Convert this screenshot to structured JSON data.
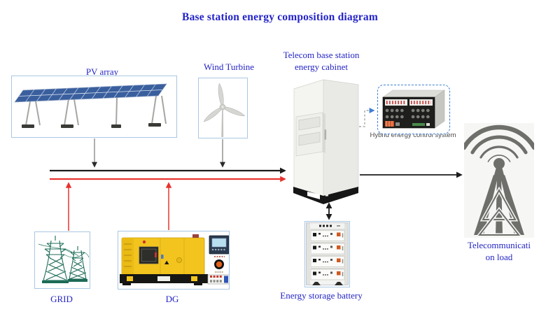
{
  "title": "Base station energy composition diagram",
  "nodes": {
    "pv_array": {
      "label": "PV array"
    },
    "wind_turbine": {
      "label": "Wind Turbine"
    },
    "energy_cabinet": {
      "label_line1": "Telecom base station",
      "label_line2": "energy cabinet"
    },
    "hybrid_control": {
      "label": "Hybrid energy control system"
    },
    "grid": {
      "label": "GRID"
    },
    "diesel_generator": {
      "label": "DG"
    },
    "storage_battery": {
      "label": "Energy storage battery"
    },
    "telecom_load": {
      "label_line1": "Telecommunicati",
      "label_line2": "on load"
    }
  },
  "colors": {
    "title_blue": "#2323c8",
    "label_blue": "#2424c6",
    "box_border_blue": "#a9c7e2",
    "dashed_border_blue": "#3f7fd6",
    "bus_black": "#1c1c1c",
    "bus_red": "#e8322e",
    "connector_gray": "#9a9a98",
    "grid_green": "#1d6b57",
    "generator_yellow": "#f3c41e",
    "tower_gray": "#6e6e6b"
  }
}
